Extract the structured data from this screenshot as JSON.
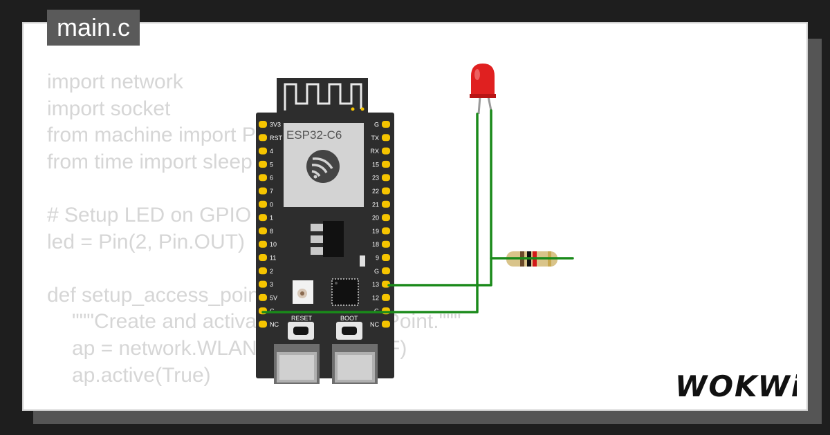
{
  "file_tab": {
    "label": "main.c"
  },
  "code_lines": [
    {
      "text": "import network",
      "indent": false
    },
    {
      "text": "import socket",
      "indent": false
    },
    {
      "text": "from machine import Pin",
      "indent": false
    },
    {
      "text": "from time import sleep",
      "indent": false
    },
    {
      "text": "",
      "indent": false
    },
    {
      "text": "# Setup LED on GPIO",
      "indent": false
    },
    {
      "text": "led = Pin(2, Pin.OUT)",
      "indent": false
    },
    {
      "text": "",
      "indent": false
    },
    {
      "text": "def setup_access_point():",
      "indent": false
    },
    {
      "text": "\"\"\"Create and activate the Access Point.\"\"\"",
      "indent": true
    },
    {
      "text": "ap = network.WLAN(network.AP_IF)",
      "indent": true
    },
    {
      "text": "ap.active(True)",
      "indent": true
    }
  ],
  "board": {
    "chip_label": "ESP32-C6",
    "left_pins": [
      "3V3",
      "RST",
      "4",
      "5",
      "6",
      "7",
      "0",
      "1",
      "8",
      "10",
      "11",
      "2",
      "3",
      "5V",
      "G",
      "NC"
    ],
    "right_pins": [
      "G",
      "TX",
      "RX",
      "15",
      "23",
      "22",
      "21",
      "20",
      "19",
      "18",
      "9",
      "G",
      "13",
      "12",
      "G",
      "NC"
    ],
    "reset_label": "RESET",
    "boot_label": "BOOT",
    "wifi_icon": "espressif-logo-icon"
  },
  "led": {
    "color": "#e02020",
    "icon": "led-icon"
  },
  "resistor": {
    "icon": "resistor-icon"
  },
  "wire_color": "#1a8a1a",
  "brand": {
    "logo_text": "WOKWi"
  }
}
